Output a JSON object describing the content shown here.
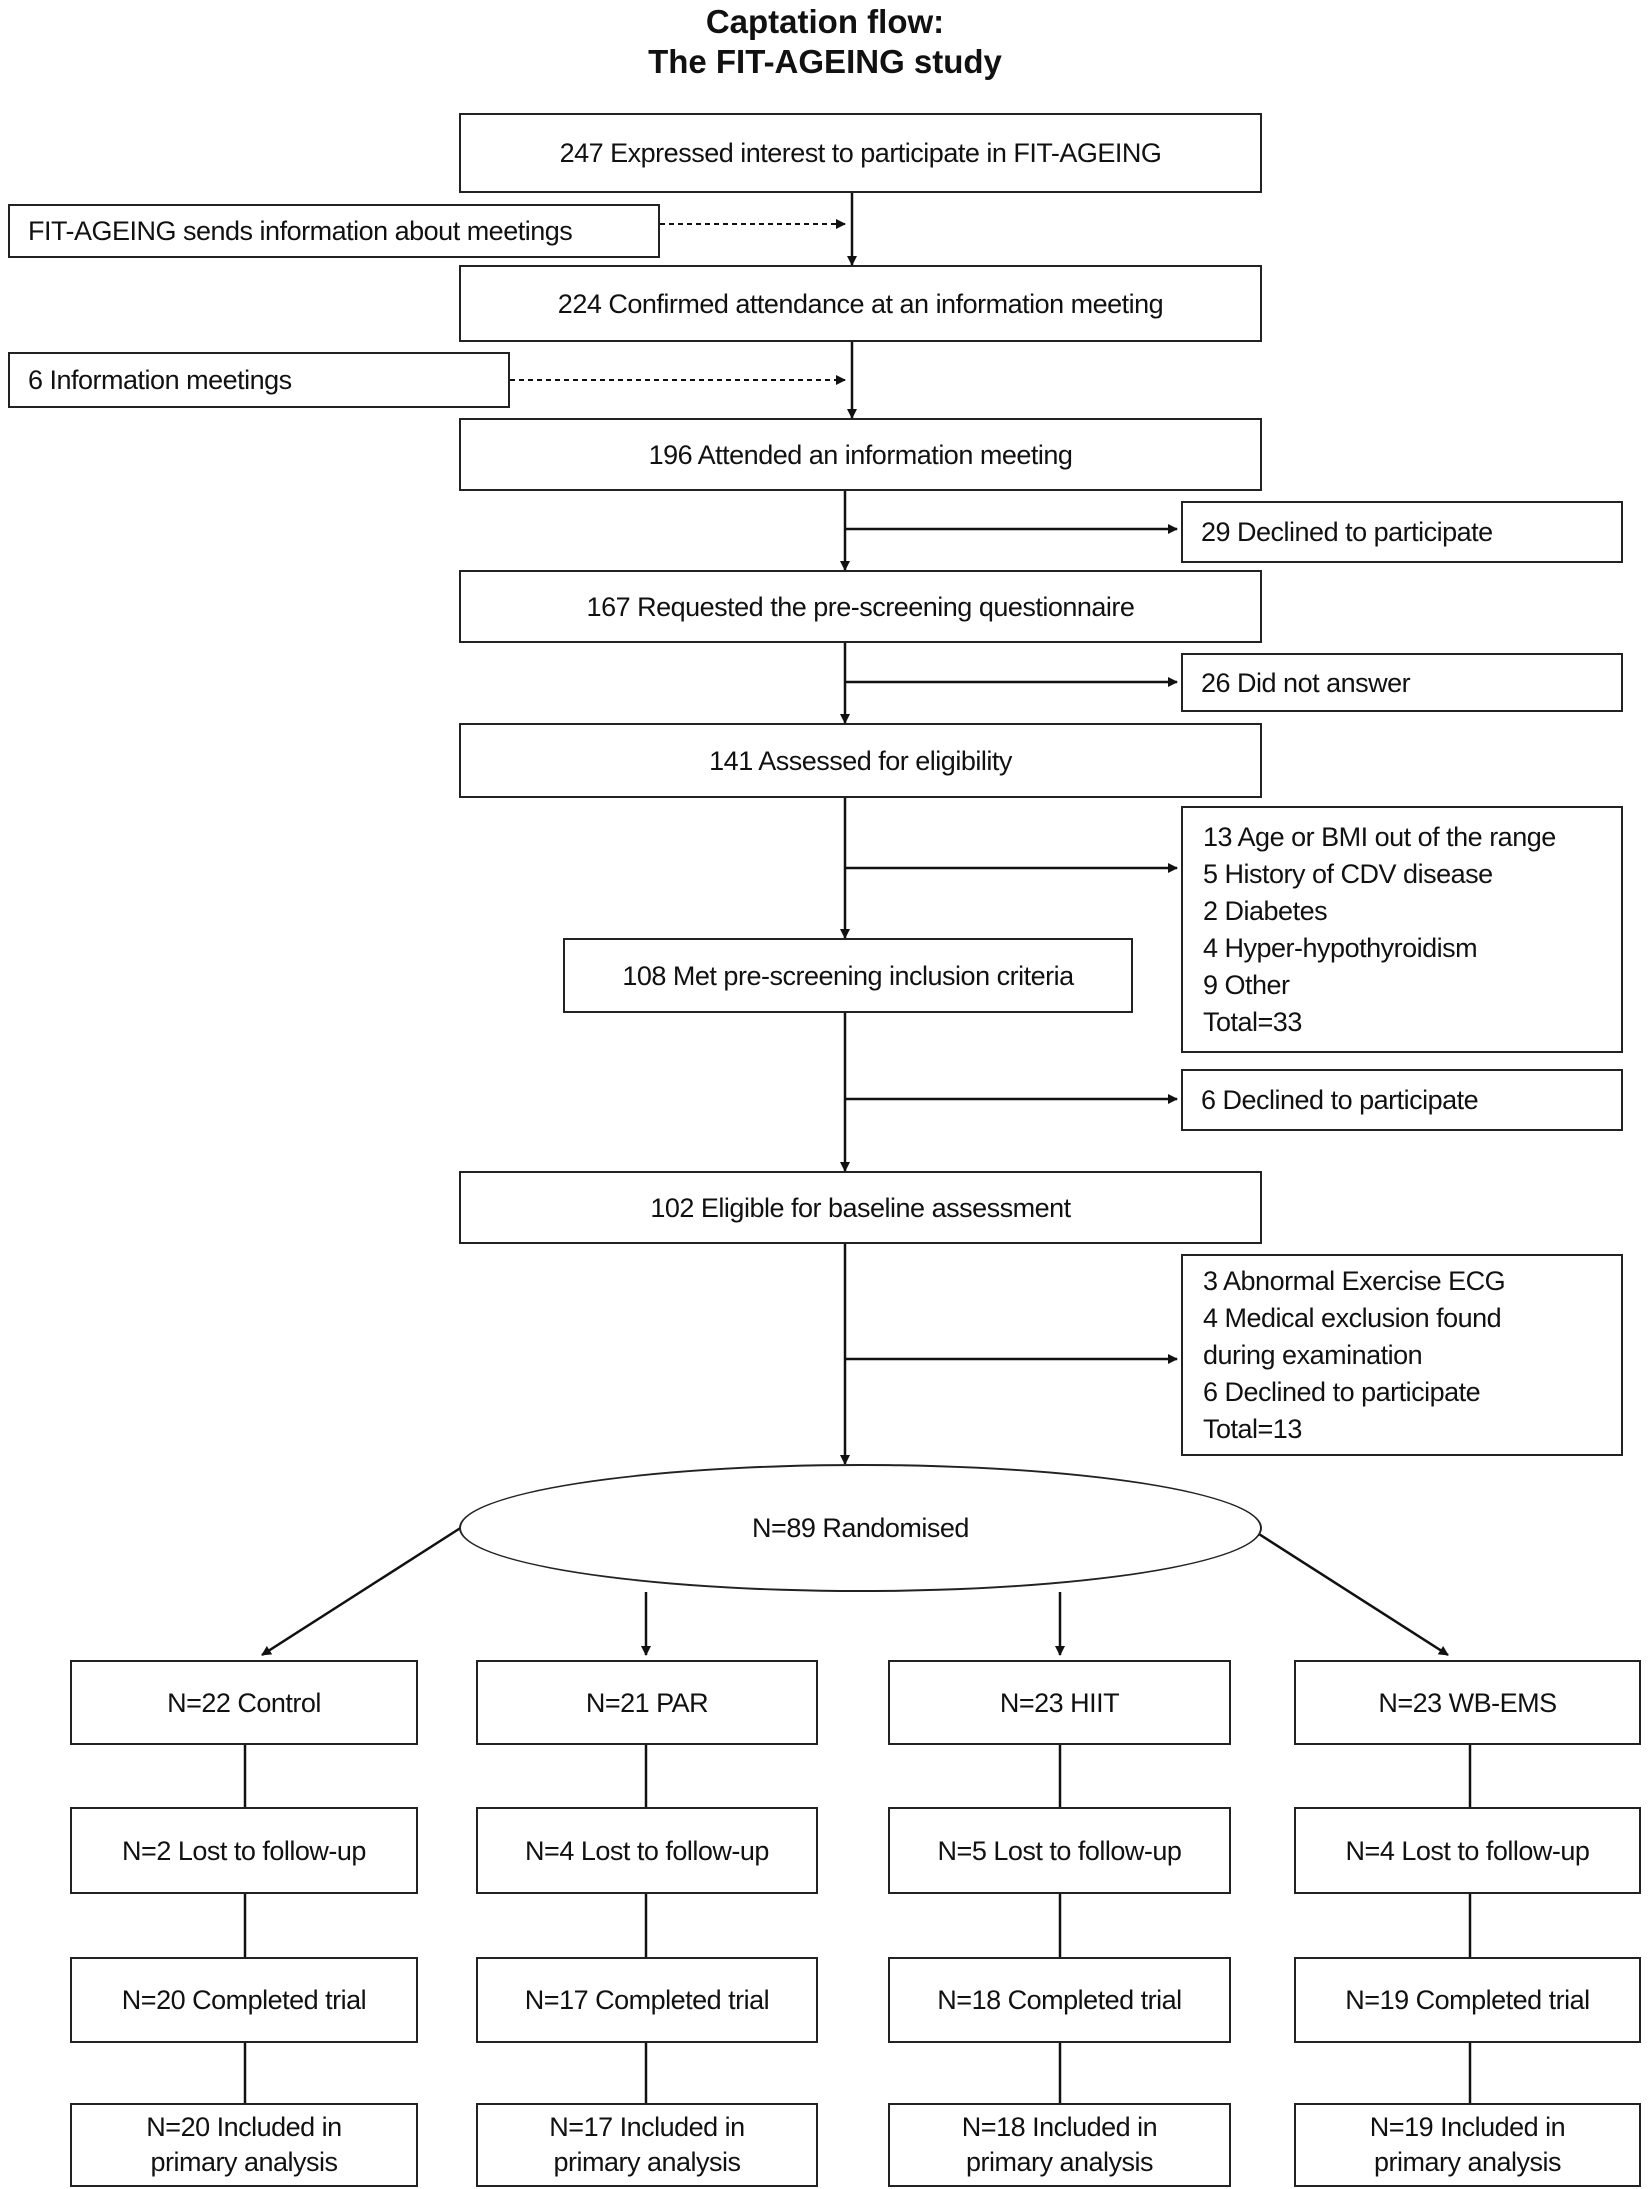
{
  "title": {
    "line1": "Captation flow:",
    "line2": "The FIT-AGEING study"
  },
  "main_flow": {
    "expressed_interest": "247 Expressed interest to participate in FIT-AGEING",
    "confirmed_attendance": "224 Confirmed attendance at an information meeting",
    "attended_meeting": "196 Attended  an information meeting",
    "requested_questionnaire": "167 Requested the pre-screening questionnaire",
    "assessed_eligibility": "141 Assessed for eligibility",
    "met_criteria": "108 Met  pre-screening inclusion criteria",
    "eligible_baseline": "102 Eligible for baseline assessment",
    "randomised": "N=89 Randomised"
  },
  "side_notes": {
    "sends_information": "FIT-AGEING  sends information about meetings",
    "information_meetings": "6 Information meetings"
  },
  "exclusions": {
    "declined_1": "29 Declined to participate",
    "did_not_answer": "26 Did not answer",
    "prescreening_exclusions": [
      "13 Age or BMI  out of the range",
      "5 History of CDV  disease",
      "2 Diabetes",
      "4 Hyper-hypothyroidism",
      "9 Other",
      "Total=33"
    ],
    "declined_2": "6 Declined to participate",
    "baseline_exclusions": [
      "3 Abnormal Exercise ECG",
      "4 Medical exclusion found",
      "during examination",
      "6 Declined to participate",
      "Total=13"
    ]
  },
  "arms": [
    {
      "group": "N=22 Control",
      "lost": "N=2 Lost to follow-up",
      "completed": "N=20 Completed trial",
      "included_line1": "N=20 Included in",
      "included_line2": "primary analysis"
    },
    {
      "group": "N=21 PAR",
      "lost": "N=4 Lost to follow-up",
      "completed": "N=17 Completed trial",
      "included_line1": "N=17 Included in",
      "included_line2": "primary analysis"
    },
    {
      "group": "N=23 HIIT",
      "lost": "N=5 Lost to follow-up",
      "completed": "N=18 Completed trial",
      "included_line1": "N=18 Included in",
      "included_line2": "primary analysis"
    },
    {
      "group": "N=23 WB-EMS",
      "lost": "N=4 Lost to follow-up",
      "completed": "N=19 Completed trial",
      "included_line1": "N=19 Included in",
      "included_line2": "primary analysis"
    }
  ]
}
